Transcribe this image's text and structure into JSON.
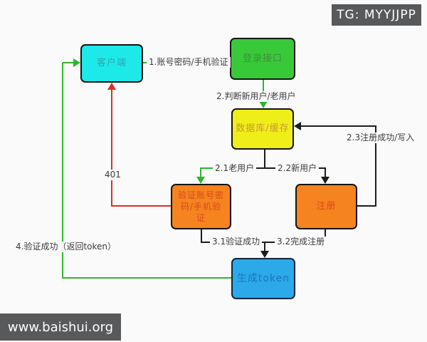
{
  "colors": {
    "background": "#fafafa",
    "node_client": "#1ee9e9",
    "node_login": "#38c938",
    "node_database": "#f0ee19",
    "node_action_orange": "#f5831f",
    "node_token": "#2ba9e8",
    "edge_green": "#2fb52f",
    "edge_red": "#d93025",
    "edge_black": "#1c1c1c",
    "badge_background": "#58595b",
    "badge_text": "#ffffff"
  },
  "badges": {
    "tg": "TG: MYYJJPP",
    "site": "www.baishui.org"
  },
  "nodes": {
    "client": "客户端",
    "login": "登录接口",
    "database": "数据库/缓存",
    "verify": "验证账号密码/手机验证",
    "register": "注册",
    "token": "生成token"
  },
  "edges": {
    "e1": "1.账号密码/手机验证",
    "e2": "2.判断新用户/老用户",
    "e21": "2.1老用户",
    "e22": "2.2新用户",
    "e23": "2.3注册成功/写入",
    "e31": "3.1验证成功",
    "e32": "3.2完成注册",
    "e401": "401",
    "e4": "4.验证成功（返回token）"
  }
}
